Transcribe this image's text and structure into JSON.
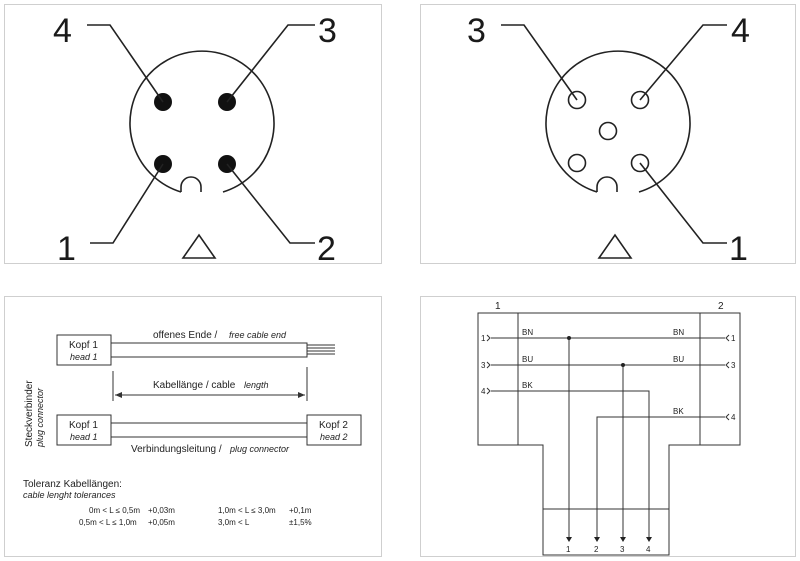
{
  "male_connector": {
    "pins": [
      {
        "label": "4"
      },
      {
        "label": "3"
      },
      {
        "label": "1"
      },
      {
        "label": "2"
      }
    ]
  },
  "female_connector": {
    "pins": [
      {
        "label": "3"
      },
      {
        "label": "4"
      },
      {
        "label": "1"
      }
    ]
  },
  "cable_diagram": {
    "head1_de": "Kopf 1",
    "head1_en": "head 1",
    "head2_de": "Kopf 2",
    "head2_en": "head 2",
    "free_end_de": "offenes Ende /",
    "free_end_en": "free cable end",
    "length_de": "Kabellänge / cable",
    "length_en": "length",
    "connection_de": "Verbindungsleitung /",
    "connection_en": "plug connector",
    "side_de": "Steckverbinder",
    "side_en": "plug connector",
    "tolerance_title_de": "Toleranz Kabellängen:",
    "tolerance_title_en": "cable lenght tolerances",
    "tolerances": [
      {
        "range": "0m < L ≤ 0,5m",
        "value": "+0,03m"
      },
      {
        "range": "0,5m < L ≤ 1,0m",
        "value": "+0,05m"
      },
      {
        "range": "1,0m < L ≤ 3,0m",
        "value": "+0,1m"
      },
      {
        "range": "3,0m < L",
        "value": "±1,5%"
      }
    ]
  },
  "wiring": {
    "connector1_label": "1",
    "connector2_label": "2",
    "left_pins": [
      "1",
      "3",
      "4"
    ],
    "right_pins": [
      "1",
      "3",
      "4"
    ],
    "colors_left": [
      "BN",
      "BU",
      "BK"
    ],
    "colors_right": [
      "BN",
      "BU",
      "BK"
    ],
    "bottom_pins": [
      "1",
      "2",
      "3",
      "4"
    ]
  }
}
